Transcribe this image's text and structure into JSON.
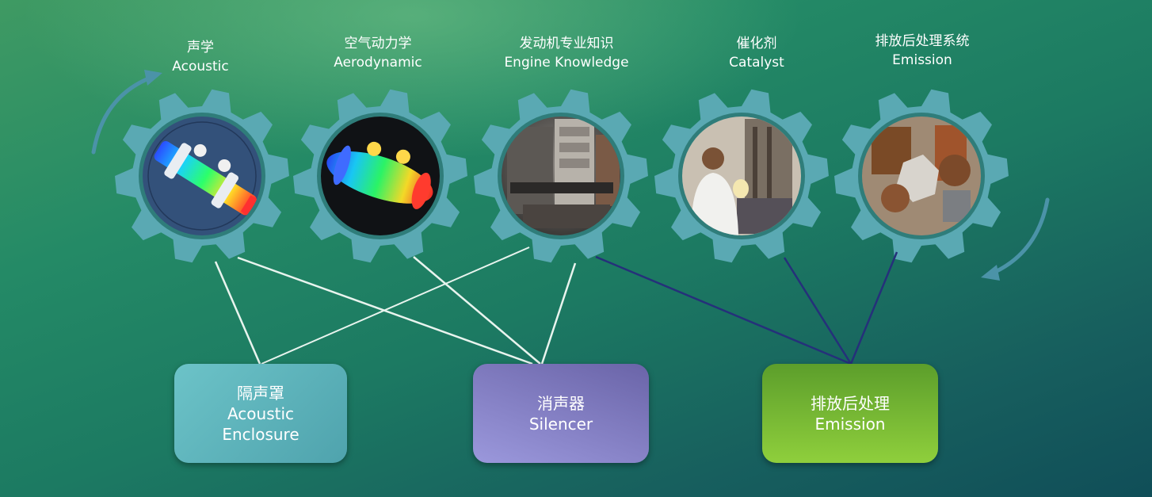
{
  "gears": [
    {
      "cn": "声学",
      "en": "Acoustic",
      "image": "acoustic-simulation-model"
    },
    {
      "cn": "空气动力学",
      "en": "Aerodynamic",
      "image": "aerodynamic-flow-simulation"
    },
    {
      "cn": "发动机专业知识",
      "en": "Engine Knowledge",
      "image": "engine-photo"
    },
    {
      "cn": "催化剂",
      "en": "Catalyst",
      "image": "lab-technician-photo"
    },
    {
      "cn": "排放后处理系统",
      "en": "Emission",
      "image": "catalyst-substrates-photo"
    }
  ],
  "outcomes": [
    {
      "cn": "隔声罩",
      "en1": "Acoustic",
      "en2": "Enclosure"
    },
    {
      "cn": "消声器",
      "en": "Silencer"
    },
    {
      "cn": "排放后处理",
      "en": "Emission"
    }
  ],
  "colors": {
    "gear": "#5aa9b3",
    "white_link": "#e8f4ee",
    "navy_link": "#25307a",
    "arrow": "#4b93a8"
  }
}
